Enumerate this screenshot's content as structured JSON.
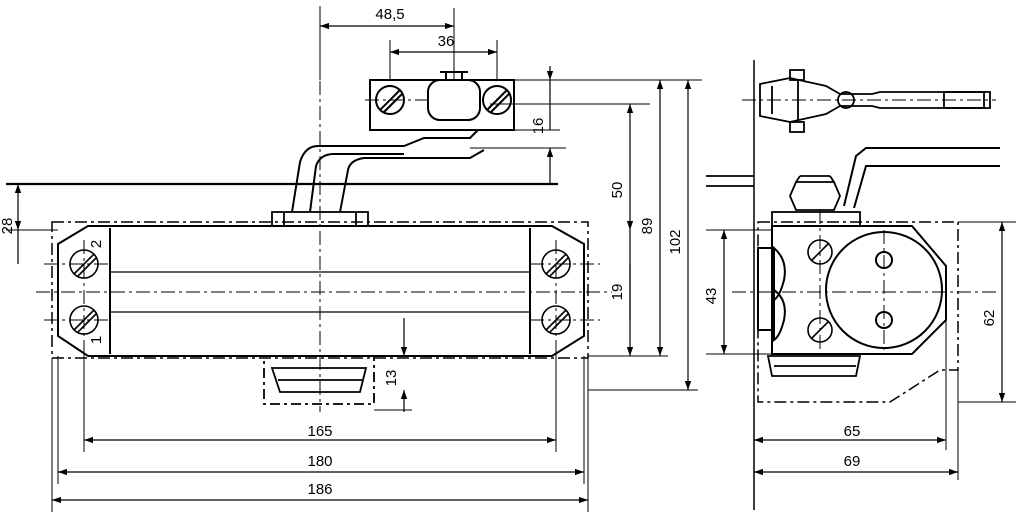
{
  "colors": {
    "ink": "#000000",
    "paper": "#ffffff",
    "body": "#ffffff"
  },
  "front_view": {
    "dimensions": {
      "arm_pivot_offset": "48,5",
      "bracket_hole_spacing": "36",
      "bracket_height": "16",
      "pivot_to_body_top": "50",
      "pivot_to_body_bottom": "89",
      "overall_height": "102",
      "arm_to_body_top": "28",
      "body_hole_spacing": "19",
      "pinion_projection": "13",
      "hole_spacing_length": "165",
      "body_length": "180",
      "overall_length": "186"
    },
    "markers": {
      "hole_1": "1",
      "hole_2": "2"
    }
  },
  "side_view": {
    "dimensions": {
      "hole_spacing": "43",
      "body_height": "62",
      "depth": "65",
      "overall_depth": "69"
    }
  }
}
